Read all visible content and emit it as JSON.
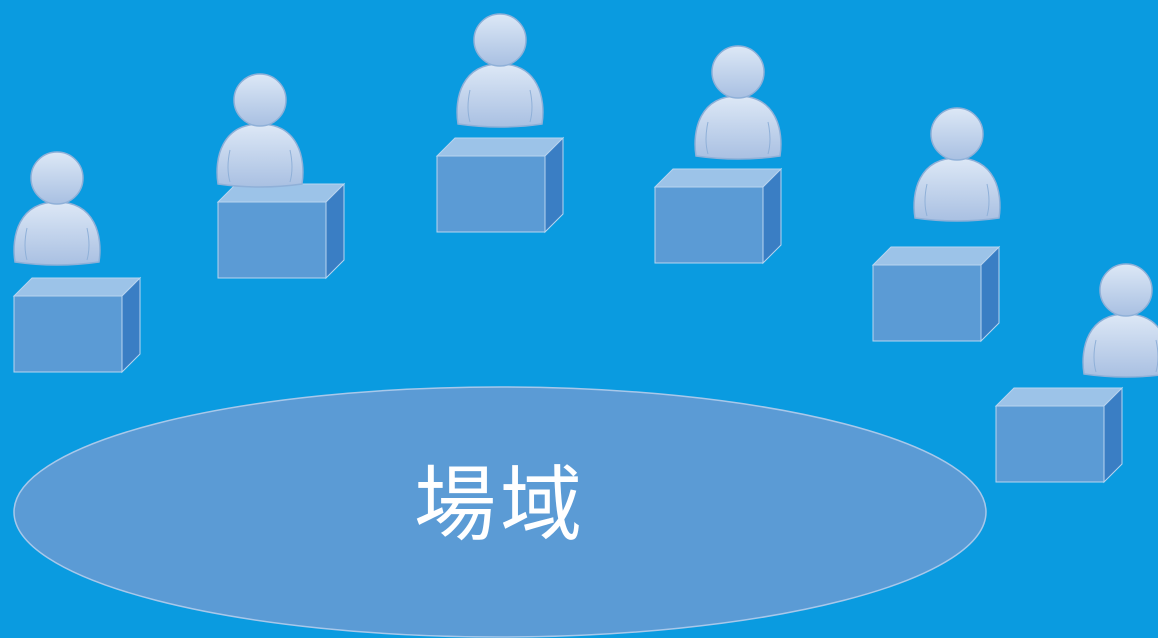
{
  "diagram": {
    "background_color": "#0a9be0",
    "venue_label": "場域",
    "colors": {
      "box_front": "#5b9bd5",
      "box_top": "#9cc3e8",
      "box_side": "#3a7ec4",
      "venue_fill": "#5b9bd5",
      "person_fill": "#c0d3ec",
      "person_stroke": "#8fb0d8"
    },
    "icons": {
      "person": "person-icon",
      "box": "desk-box-icon",
      "venue": "venue-ellipse"
    },
    "participant_count": 6
  }
}
